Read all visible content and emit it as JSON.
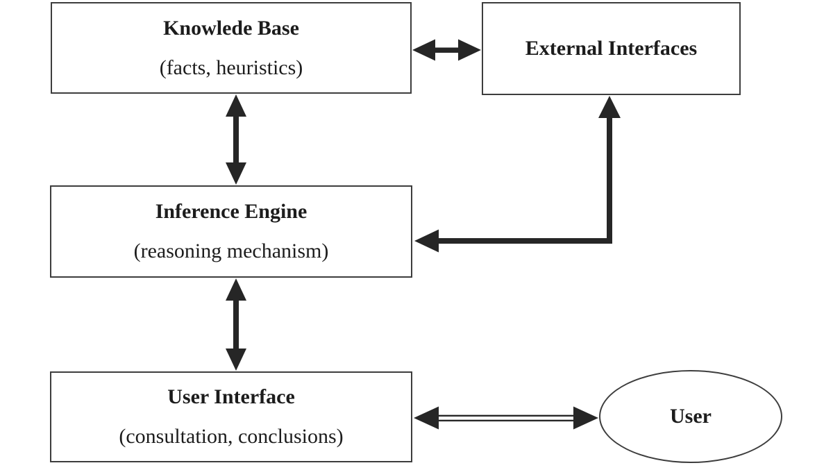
{
  "nodes": {
    "knowledge_base": {
      "title": "Knowlede Base",
      "subtitle": "(facts, heuristics)"
    },
    "external_interfaces": {
      "title": "External Interfaces"
    },
    "inference_engine": {
      "title": "Inference Engine",
      "subtitle": "(reasoning mechanism)"
    },
    "user_interface": {
      "title": "User Interface",
      "subtitle": "(consultation, conclusions)"
    },
    "user": {
      "title": "User"
    }
  },
  "connections": [
    {
      "from": "knowledge_base",
      "to": "external_interfaces",
      "direction": "bidirectional",
      "style": "thick-solid-double-arrow",
      "orientation": "horizontal"
    },
    {
      "from": "knowledge_base",
      "to": "inference_engine",
      "direction": "bidirectional",
      "style": "thick-solid-double-arrow",
      "orientation": "vertical"
    },
    {
      "from": "external_interfaces",
      "to": "inference_engine",
      "direction": "bidirectional",
      "style": "thick-elbow-double-arrow",
      "orientation": "elbow-down-left"
    },
    {
      "from": "inference_engine",
      "to": "user_interface",
      "direction": "bidirectional",
      "style": "thick-solid-double-arrow",
      "orientation": "vertical"
    },
    {
      "from": "user_interface",
      "to": "user",
      "direction": "bidirectional",
      "style": "double-line-shaft-solid-heads",
      "orientation": "horizontal"
    }
  ],
  "colors": {
    "background": "#ffffff",
    "box_border": "#3d3d3d",
    "arrow": "#262626",
    "text": "#1c1c1c"
  }
}
